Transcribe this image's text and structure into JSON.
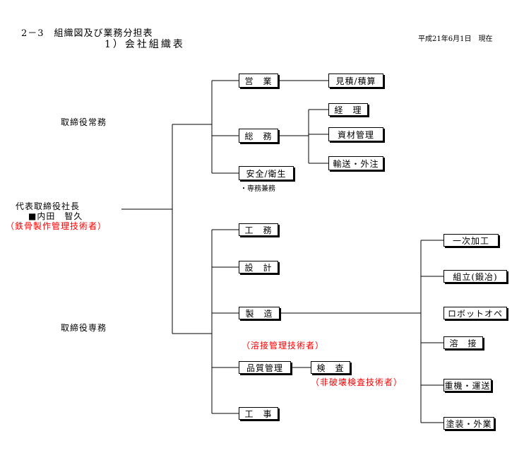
{
  "header": {
    "title": "2－3　組織図及び業務分担表",
    "subtitle": "1）会社組織表",
    "date": "平成21年6月1日　現在"
  },
  "president": {
    "title": "代表取締役社長",
    "name": "■内田　智久",
    "qualification": "（鉄骨製作管理技術者）"
  },
  "directors": {
    "managing": "取締役常務",
    "senior": "取締役専務"
  },
  "upper_group": {
    "sales": "営　業",
    "estimate": "見積/積算",
    "general_affairs": "総　務",
    "accounting": "経　理",
    "materials": "資材管理",
    "transport": "輸送・外注",
    "safety": "安全/衛生",
    "safety_note": "・専務兼務"
  },
  "lower_group": {
    "works": "工　務",
    "design": "設　計",
    "manufacturing": "製　造",
    "quality": "品質管理",
    "inspection": "検　査",
    "construction": "工　事",
    "welding_engineer": "（溶接管理技術者）",
    "ndt_engineer": "（非破壊検査技術者）"
  },
  "manufacturing_units": {
    "primary": "一次加工",
    "assembly": "組立(鍛冶)",
    "robot": "ロボットオペ",
    "welding": "溶　接",
    "heavy": "重機・運送",
    "painting": "塗装・外業"
  }
}
